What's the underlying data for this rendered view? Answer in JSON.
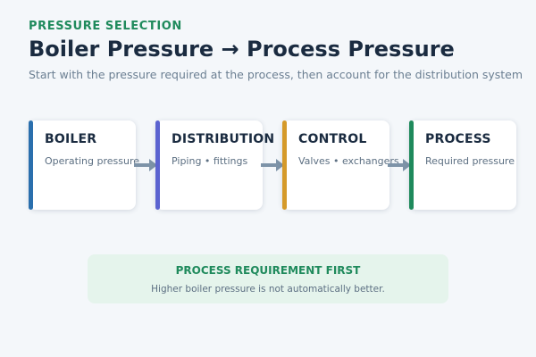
{
  "header": {
    "eyebrow": "PRESSURE SELECTION",
    "title": "Boiler Pressure → Process Pressure",
    "subtitle": "Start with the pressure required at the process, then account for the distribution system"
  },
  "stages": [
    {
      "title": "BOILER",
      "desc": "Operating pressure",
      "color": "#2a6fad"
    },
    {
      "title": "DISTRIBUTION",
      "desc": "Piping • fittings",
      "color": "#5b63d0"
    },
    {
      "title": "CONTROL",
      "desc": "Valves • exchangers",
      "color": "#d59a2a"
    },
    {
      "title": "PROCESS",
      "desc": "Required pressure",
      "color": "#1f8a5c"
    }
  ],
  "arrow_color": "#7d93a8",
  "note": {
    "title": "PROCESS REQUIREMENT FIRST",
    "text": "Higher boiler pressure is not automatically better."
  }
}
